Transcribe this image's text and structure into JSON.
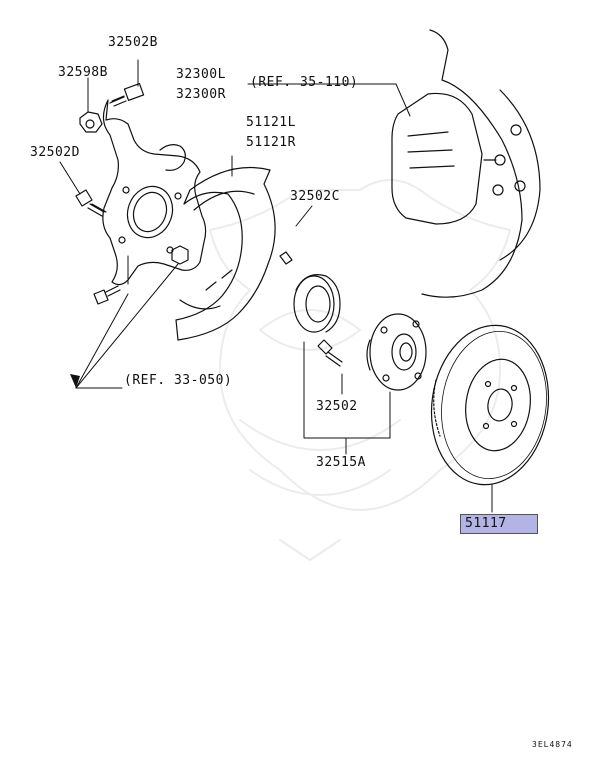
{
  "diagram": {
    "part_labels": {
      "p32502B": "32502B",
      "p32598B": "32598B",
      "p32300L": "32300L",
      "p32300R": "32300R",
      "p32502D": "32502D",
      "p51121L": "51121L",
      "p51121R": "51121R",
      "p32502C": "32502C",
      "p32502": "32502",
      "p32515A": "32515A",
      "p51117": "51117"
    },
    "ref_labels": {
      "ref_35_110": "(REF. 35-110)",
      "ref_33_050": "(REF. 33-050)"
    },
    "highlighted_part": "51117",
    "highlight_color": "#b3b3e6",
    "drawing_code": "3EL4874"
  }
}
